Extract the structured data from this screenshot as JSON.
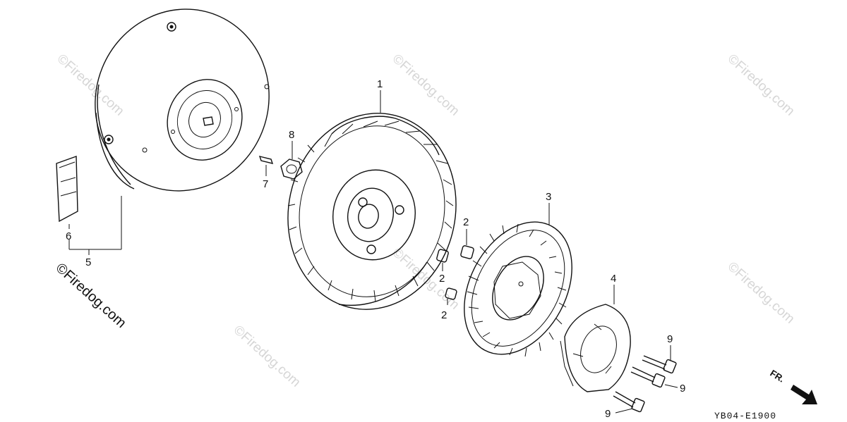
{
  "watermarks": [
    "©Firedog.com",
    "©Firedog.com",
    "©Firedog.com",
    "©Firedog.com",
    "©Firedog.com",
    "©Firedog.com"
  ],
  "copyright": "©Firedog.com",
  "diagram_code": "YB04-E1900",
  "direction_label": "FR.",
  "callouts": {
    "flywheel_fan": "1",
    "collar_a": "2",
    "collar_b": "2",
    "collar_c": "2",
    "fan_cover_plate": "3",
    "starter_pulley": "4",
    "flywheel_assy": "5",
    "label": "6",
    "key": "7",
    "nut": "8",
    "bolt_a": "9",
    "bolt_b": "9",
    "bolt_c": "9"
  }
}
